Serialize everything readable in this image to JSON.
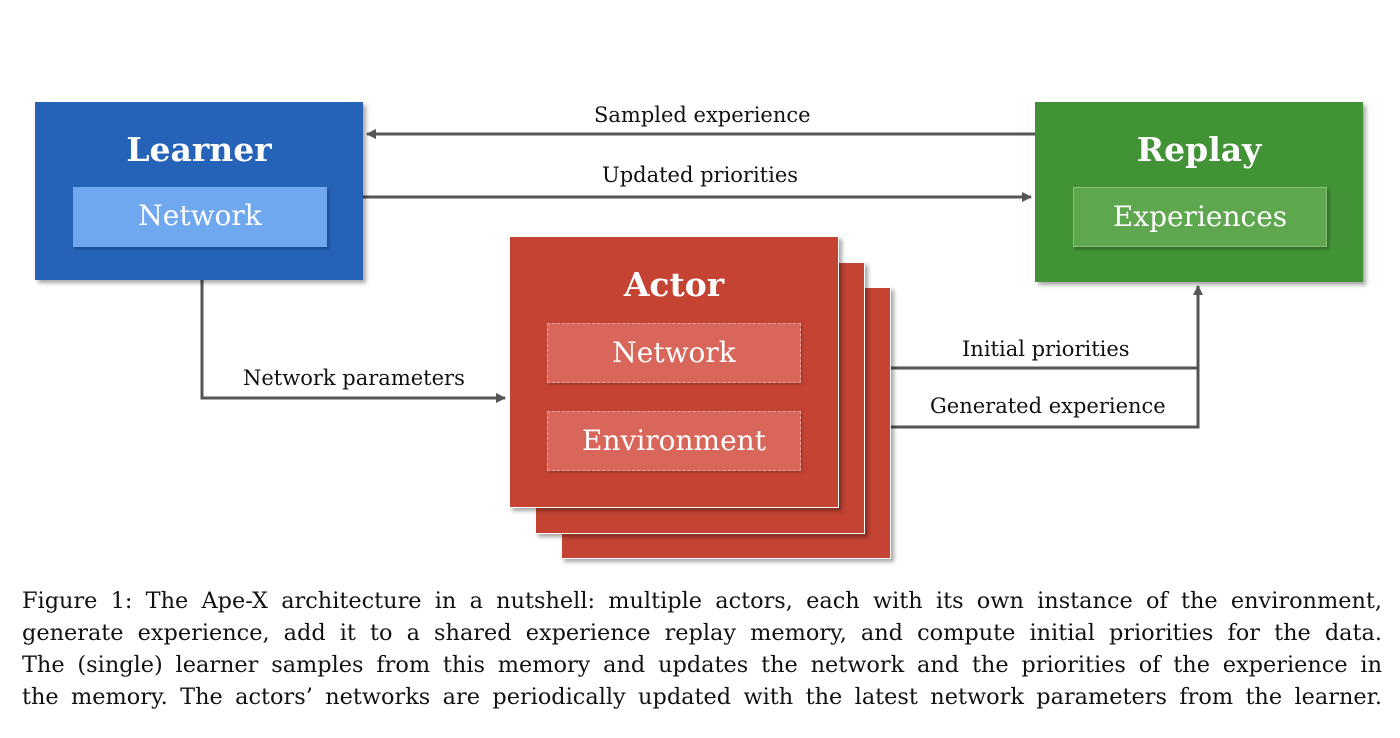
{
  "diagram": {
    "learner": {
      "title": "Learner",
      "network": "Network"
    },
    "replay": {
      "title": "Replay",
      "experiences": "Experiences"
    },
    "actor": {
      "title": "Actor",
      "network": "Network",
      "environment": "Environment"
    },
    "edges": {
      "sampled_experience": "Sampled experience",
      "updated_priorities": "Updated priorities",
      "network_parameters": "Network parameters",
      "initial_priorities": "Initial priorities",
      "generated_experience": "Generated experience"
    },
    "colors": {
      "learner": "#2563b8",
      "learner_inner": "#6fa8ee",
      "replay": "#429236",
      "replay_inner": "#5fa74f",
      "actor": "#c44333",
      "actor_inner": "#d8665a",
      "arrow": "#555555"
    }
  },
  "caption": {
    "lines": [
      "Figure 1:  The Ape-X architecture in a nutshell: multiple actors, each with its own instance of the environment,",
      "generate experience, add it to a shared experience replay memory, and compute initial priorities for the data.",
      "The (single) learner samples from this memory and updates the network and the priorities of the experience in",
      "the memory. The actors’ networks are periodically updated with the latest network parameters from the learner."
    ]
  }
}
